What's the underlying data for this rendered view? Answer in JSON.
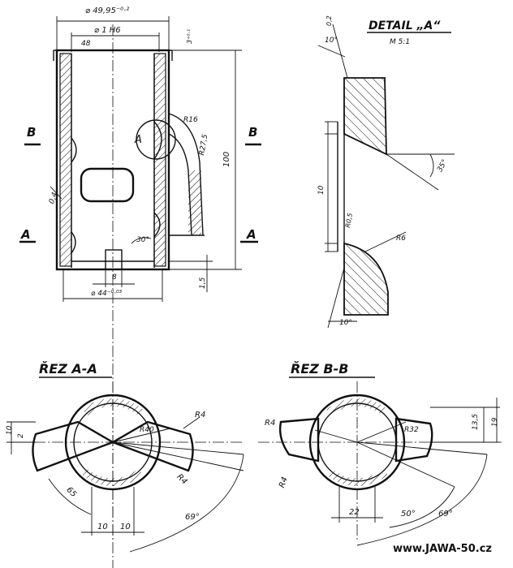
{
  "drawing": {
    "main_view": {
      "dim_outer_diameter": "⌀ 49,95⁻⁰·²",
      "dim_bore": "⌀ 1 H6",
      "dim_48": "48",
      "dim_3_40": "3⁺⁰·¹",
      "dim_r16": "R16",
      "dim_r27_5": "R27,5",
      "dim_height": "100",
      "dim_wall": "0,4",
      "dim_30deg": "30°",
      "dim_1_5": "1,5",
      "dim_slot": "8",
      "dim_bottom_diameter": "⌀ 44⁻⁰·⁰³",
      "detail_marker": "A",
      "section_b_left": "B",
      "section_b_right": "B",
      "section_a_left": "A",
      "section_a_right": "A"
    },
    "detail_a": {
      "title": "DETAIL „A“",
      "scale": "M 5:1",
      "dim_0_2": "0,2",
      "angle_top": "10°",
      "angle_35": "35°",
      "dim_10": "10",
      "dim_r0_5": "R0,5",
      "dim_r6": "R6",
      "angle_bottom": "10°"
    },
    "section_aa": {
      "title": "ŘEZ A-A",
      "dim_10": "10",
      "dim_2": "2",
      "dim_r40": "R40",
      "dim_r4_top": "R4",
      "dim_r4_bottom": "R4",
      "dim_65": "65",
      "angle_69": "69°",
      "dim_10_left": "10",
      "dim_10_right": "10"
    },
    "section_bb": {
      "title": "ŘEZ B-B",
      "dim_r4_left": "R4",
      "dim_r4_bottom": "R4",
      "dim_r32": "R32",
      "dim_13_5": "13,5",
      "dim_19": "19",
      "dim_22": "22",
      "angle_50": "50°",
      "angle_69": "69°"
    },
    "watermark": "www.JAWA-50.cz"
  }
}
